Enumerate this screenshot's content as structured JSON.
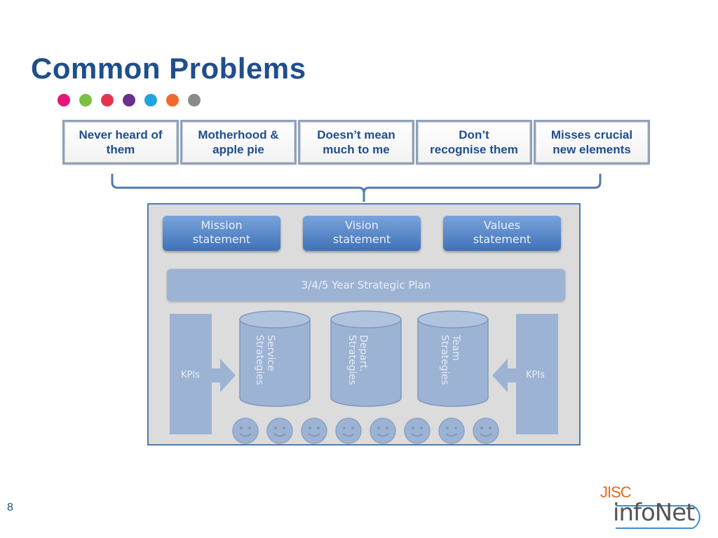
{
  "title": "Common Problems",
  "dot_colors": [
    "#e6157a",
    "#7bbf45",
    "#e3344f",
    "#6b2f8e",
    "#1fa4e0",
    "#ef6a2c",
    "#8a8a8a"
  ],
  "problems": [
    {
      "line1": "Never heard of",
      "line2": "them"
    },
    {
      "line1": "Motherhood &",
      "line2": "apple pie"
    },
    {
      "line1": "Doesn’t mean",
      "line2": "much to me"
    },
    {
      "line1": "Don’t",
      "line2": "recognise them"
    },
    {
      "line1": "Misses crucial",
      "line2": "new elements"
    }
  ],
  "diagram": {
    "statements": [
      {
        "line1": "Mission",
        "line2": "statement"
      },
      {
        "line1": "Vision",
        "line2": "statement"
      },
      {
        "line1": "Values",
        "line2": "statement"
      }
    ],
    "plan_label": "3/4/5 Year Strategic Plan",
    "kpi_left": "KPIs",
    "kpi_right": "KPIs",
    "cylinders": [
      {
        "line1": "Service",
        "line2": "Strategies"
      },
      {
        "line1": "Depart.",
        "line2": "Strategies"
      },
      {
        "line1": "Team",
        "line2": "Strategies"
      }
    ],
    "smiley_count": 8,
    "shape_color": "#9db3d3",
    "accent_color": "#1f4e8c"
  },
  "page_number": "8",
  "logo": {
    "line1": "JISC",
    "line2": "infoNet"
  }
}
